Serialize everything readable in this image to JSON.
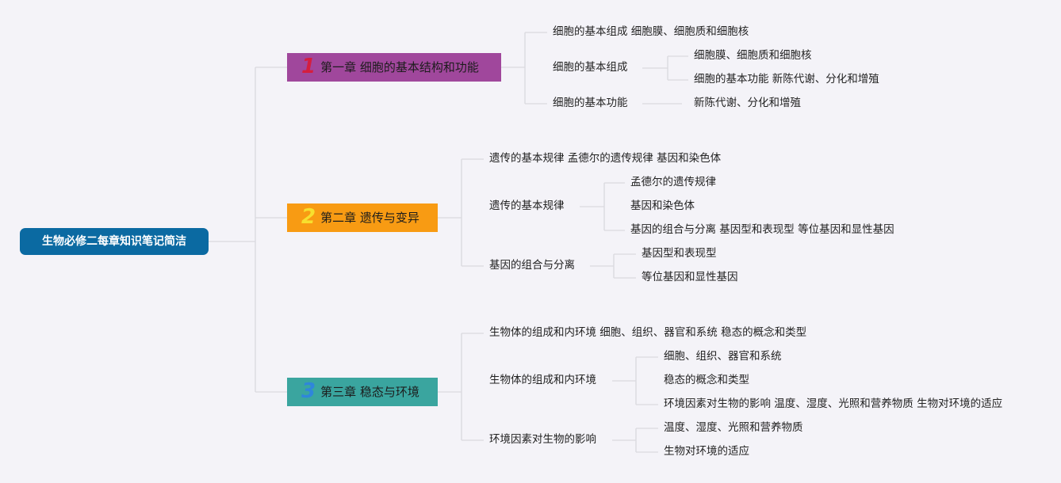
{
  "colors": {
    "background": "#f4f3f8",
    "root": "#0b6aa2",
    "chapter1": "#a0479c",
    "chapter2": "#f89b13",
    "chapter3": "#3aa59f",
    "num1": "#d41e3f",
    "num2": "#f7df2e",
    "num3": "#2f86db",
    "connector": "#d9d9de"
  },
  "root": {
    "label": "生物必修二每章知识笔记简洁"
  },
  "chapters": [
    {
      "num": "1",
      "title": "第一章 细胞的基本结构和功能",
      "summary": "细胞的基本组成 细胞膜、细胞质和细胞核",
      "sub1": {
        "label": "细胞的基本组成",
        "children": [
          "细胞膜、细胞质和细胞核",
          "细胞的基本功能 新陈代谢、分化和增殖"
        ]
      },
      "sub2": {
        "label": "细胞的基本功能",
        "children": [
          "新陈代谢、分化和增殖"
        ]
      }
    },
    {
      "num": "2",
      "title": "第二章 遗传与变异",
      "summary": "遗传的基本规律 孟德尔的遗传规律 基因和染色体",
      "sub1": {
        "label": "遗传的基本规律",
        "children": [
          "孟德尔的遗传规律",
          "基因和染色体",
          "基因的组合与分离 基因型和表现型 等位基因和显性基因"
        ]
      },
      "sub2": {
        "label": "基因的组合与分离",
        "children": [
          "基因型和表现型",
          "等位基因和显性基因"
        ]
      }
    },
    {
      "num": "3",
      "title": "第三章 稳态与环境",
      "summary": "生物体的组成和内环境 细胞、组织、器官和系统 稳态的概念和类型",
      "sub1": {
        "label": "生物体的组成和内环境",
        "children": [
          "细胞、组织、器官和系统",
          "稳态的概念和类型",
          "环境因素对生物的影响 温度、湿度、光照和营养物质 生物对环境的适应"
        ]
      },
      "sub2": {
        "label": "环境因素对生物的影响",
        "children": [
          "温度、湿度、光照和营养物质",
          "生物对环境的适应"
        ]
      }
    }
  ]
}
